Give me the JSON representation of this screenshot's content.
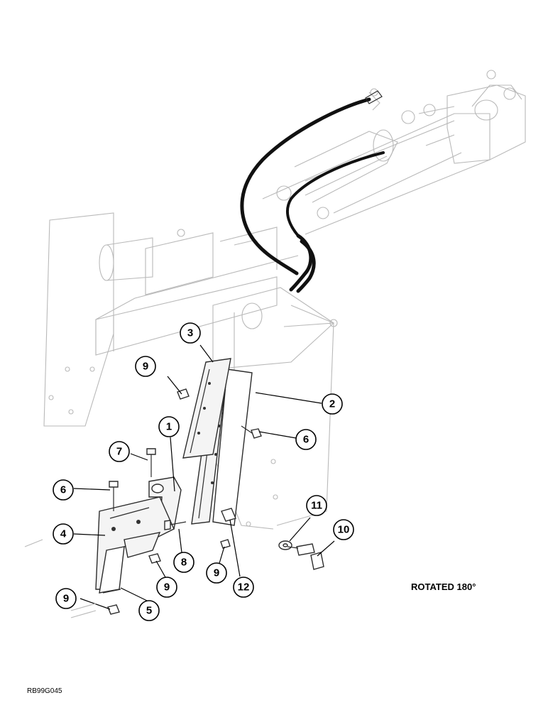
{
  "diagram": {
    "note": "ROTATED 180°",
    "figure_ref": "RB99G045",
    "callouts": [
      "1",
      "2",
      "3",
      "4",
      "5",
      "6",
      "6",
      "7",
      "8",
      "9",
      "9",
      "9",
      "9",
      "10",
      "11",
      "12"
    ]
  }
}
